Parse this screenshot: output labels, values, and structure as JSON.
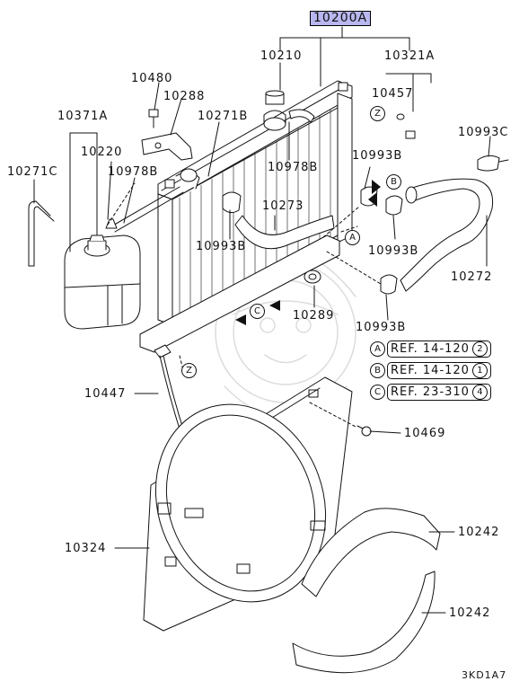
{
  "diagram": {
    "main_part": "10200A",
    "labels": {
      "p10210": "10210",
      "p10321A": "10321A",
      "p10480": "10480",
      "p10288": "10288",
      "p10457": "10457",
      "p10371A": "10371A",
      "p10271B": "10271B",
      "p10220": "10220",
      "p10993C": "10993C",
      "p10271C": "10271C",
      "p10978B_left": "10978B",
      "p10978B_right": "10978B",
      "p10993B_top": "10993B",
      "p10273": "10273",
      "p10993B_left": "10993B",
      "p10993B_right": "10993B",
      "p10272": "10272",
      "p10289": "10289",
      "p10993B_bottom": "10993B",
      "p10447": "10447",
      "p10469": "10469",
      "p10324": "10324",
      "p10242_top": "10242",
      "p10242_bottom": "10242"
    },
    "markers": {
      "z": "Z",
      "a": "A",
      "b": "B",
      "c": "C"
    },
    "references": [
      {
        "marker": "A",
        "text": "REF. 14-120",
        "sub": "2"
      },
      {
        "marker": "B",
        "text": "REF. 14-120",
        "sub": "1"
      },
      {
        "marker": "C",
        "text": "REF. 23-310",
        "sub": "4"
      }
    ],
    "figure_code": "3KD1A7"
  }
}
